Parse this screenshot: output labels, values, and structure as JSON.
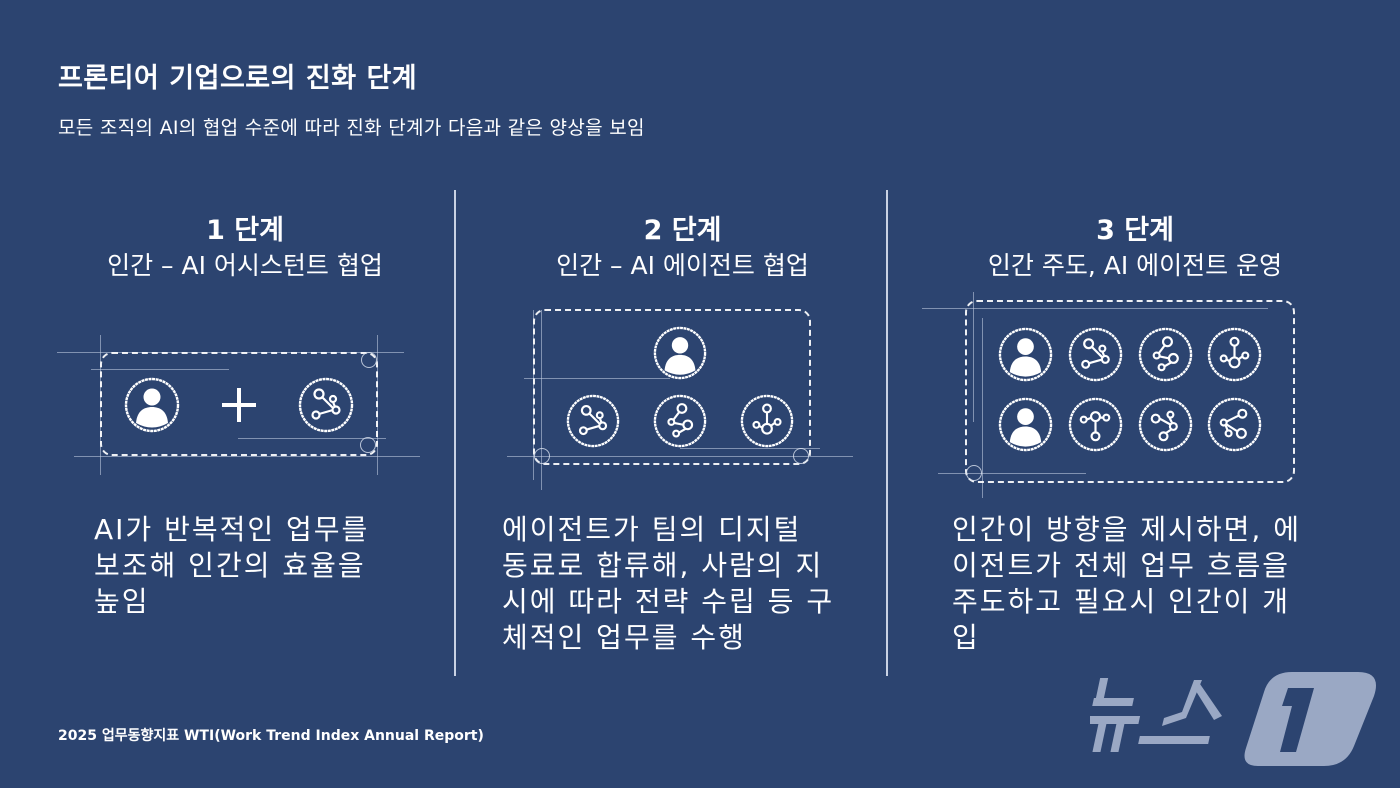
{
  "header": {
    "title": "프론티어 기업으로의 진화 단계",
    "subtitle": "모든 조직의 AI의 협업 수준에 따라 진화 단계가 다음과 같은 양상을 보임"
  },
  "stages": [
    {
      "label": "1 단계",
      "subtitle": "인간 – AI 어시스턴트 협업",
      "icons": [
        "person-icon",
        "plus-icon",
        "agent-network-icon"
      ],
      "description": [
        "AI가 반복적인 업무를",
        "보조해 인간의 효율을",
        "높임"
      ]
    },
    {
      "label": "2 단계",
      "subtitle": "인간 – AI 에이전트 협업",
      "icons": [
        "person-icon",
        "agent-network-icon",
        "agent-network-icon",
        "agent-network-icon"
      ],
      "description": [
        "에이전트가 팀의 디지털",
        "동료로 합류해, 사람의 지",
        "시에 따라 전략 수립 등 구",
        "체적인 업무를 수행"
      ]
    },
    {
      "label": "3 단계",
      "subtitle": "인간 주도, AI 에이전트 운영",
      "icons": [
        "person-icon",
        "agent-network-icon",
        "agent-network-icon",
        "agent-network-icon",
        "person-icon",
        "agent-network-icon",
        "agent-network-icon",
        "agent-network-icon"
      ],
      "description": [
        "인간이 방향을 제시하면, 에",
        "이전트가 전체 업무 흐름을",
        "주도하고 필요시 인간이 개",
        "입"
      ]
    }
  ],
  "footer": {
    "source": "2025 업무동향지표 WTI(Work Trend Index Annual Report)"
  },
  "watermark": {
    "text": "뉴스1",
    "color": "#9aa8c4"
  },
  "colors": {
    "background": "#2c4470",
    "text": "#ffffff",
    "divider": "#c9d2e4"
  }
}
